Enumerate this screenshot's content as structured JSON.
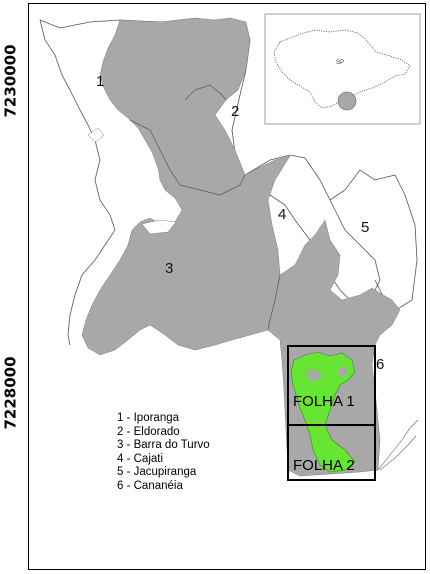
{
  "coordinates": {
    "top": "7230000",
    "bottom": "7228000"
  },
  "regions": [
    {
      "number": "1",
      "name": "Iporanga"
    },
    {
      "number": "2",
      "name": "Eldorado"
    },
    {
      "number": "3",
      "name": "Barra do Turvo"
    },
    {
      "number": "4",
      "name": "Cajati"
    },
    {
      "number": "5",
      "name": "Jacupiranga"
    },
    {
      "number": "6",
      "name": "Cananéia"
    }
  ],
  "sheets": [
    {
      "label": "FOLHA 1"
    },
    {
      "label": "FOLHA 2"
    }
  ],
  "legend": [
    "1 - Iporanga",
    "2 - Eldorado",
    "3 - Barra do Turvo",
    "4 - Cajati",
    "5 - Jacupiranga",
    "6 - Cananéia"
  ],
  "inset": {
    "label": "SP"
  },
  "colors": {
    "highlighted_region": "#a8a8a8",
    "study_area": "#66e633",
    "boundary": "#555555",
    "background": "#ffffff"
  }
}
